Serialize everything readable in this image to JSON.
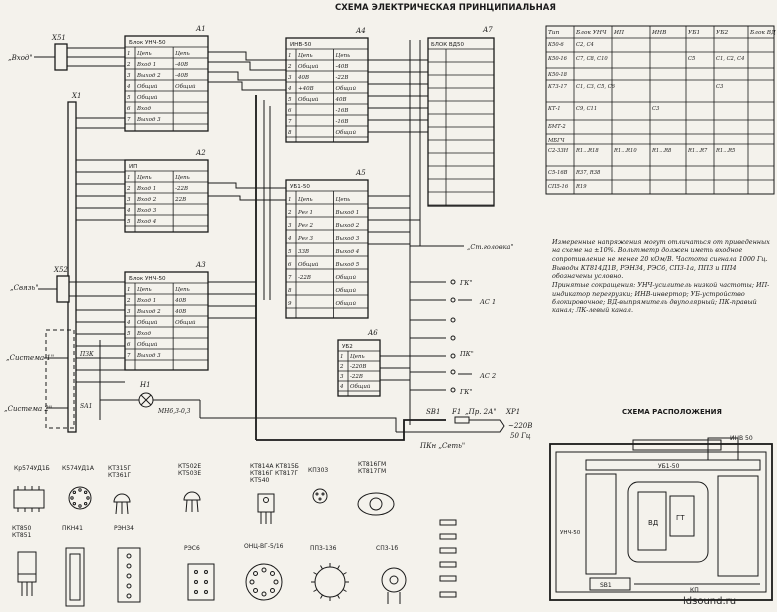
{
  "title": "СХЕМА ЭЛЕКТРИЧЕСКАЯ ПРИНЦИПИАЛЬНАЯ",
  "layout_title": "СХЕМА РАСПОЛОЖЕНИЯ",
  "watermark": "ldsound.ru",
  "connectors": [
    "X51",
    "X1",
    "X52",
    "XP1"
  ],
  "inputs": [
    {
      "id": "vhod",
      "label": "„Вход\""
    },
    {
      "id": "svyaz",
      "label": "„Связь\""
    },
    {
      "id": "sistema1",
      "label": "„Система 1\""
    },
    {
      "id": "sistema2",
      "label": "„Система 2\""
    }
  ],
  "blocks": [
    {
      "id": "A1",
      "ref": "А1",
      "name": "Блок УНЧ-50",
      "rows": [
        [
          "1",
          "Цепь",
          "Цепь"
        ],
        [
          "2",
          "Вход 1",
          "-40В"
        ],
        [
          "3",
          "Выход 2",
          "-40В"
        ],
        [
          "4",
          "Общий",
          "Общий"
        ],
        [
          "5",
          "Общий",
          ""
        ],
        [
          "6",
          "Вход",
          ""
        ],
        [
          "7",
          "Выход 3",
          ""
        ]
      ]
    },
    {
      "id": "A2",
      "ref": "А2",
      "name": "ИП",
      "rows": [
        [
          "1",
          "Цепь",
          "Цепь"
        ],
        [
          "2",
          "Вход 1",
          "-22В"
        ],
        [
          "3",
          "Вход 2",
          "22В"
        ],
        [
          "4",
          "Вход 3",
          ""
        ],
        [
          "5",
          "Вход 4",
          ""
        ]
      ]
    },
    {
      "id": "A3",
      "ref": "А3",
      "name": "Блок УНЧ-50",
      "rows": [
        [
          "1",
          "Цепь",
          "Цепь"
        ],
        [
          "2",
          "Вход 1",
          "40В"
        ],
        [
          "3",
          "Выход 2",
          "40В"
        ],
        [
          "4",
          "Общий",
          "Общий"
        ],
        [
          "5",
          "Вход",
          ""
        ],
        [
          "6",
          "Общий",
          ""
        ],
        [
          "7",
          "Выход 3",
          ""
        ]
      ]
    },
    {
      "id": "A4",
      "ref": "А4",
      "name": "ИНВ-50",
      "rows": [
        [
          "1",
          "Цепь",
          "Цепь"
        ],
        [
          "2",
          "Общий",
          "-40В"
        ],
        [
          "3",
          "40В",
          "-22В"
        ],
        [
          "4",
          "+40В",
          "Общий"
        ],
        [
          "5",
          "Общий",
          "40В"
        ],
        [
          "6",
          "",
          "-16В"
        ],
        [
          "7",
          "",
          "-16В"
        ],
        [
          "8",
          "",
          "Общий"
        ]
      ]
    },
    {
      "id": "A5",
      "ref": "А5",
      "name": "УБ1-50",
      "rows": [
        [
          "1",
          "Цепь",
          "Цепь"
        ],
        [
          "2",
          "Рег 1",
          "Выход 1"
        ],
        [
          "3",
          "Рег 2",
          "Выход 2"
        ],
        [
          "4",
          "Рег 3",
          "Выход 3"
        ],
        [
          "5",
          "33В",
          "Выход 4"
        ],
        [
          "6",
          "Общий",
          "Выход 5"
        ],
        [
          "7",
          "-22В",
          "Общий"
        ],
        [
          "8",
          "",
          "Общий"
        ],
        [
          "9",
          "",
          "Общий"
        ]
      ]
    },
    {
      "id": "A6",
      "ref": "А6",
      "name": "УБ2",
      "rows": [
        [
          "1",
          "Цепь",
          ""
        ],
        [
          "2",
          "-220В",
          ""
        ],
        [
          "3",
          "-22В",
          ""
        ],
        [
          "4",
          "Общий",
          ""
        ]
      ]
    }
  ],
  "blocks_ref_a7": "А7",
  "blocks_a7_name": "БЛОК ВД50",
  "outputs": [
    {
      "id": "out1",
      "label": "„Ст.головка\""
    },
    {
      "id": "out2",
      "label": "ГК\""
    },
    {
      "id": "out3",
      "label": "АС 1"
    },
    {
      "id": "out4",
      "label": "ПК\""
    },
    {
      "id": "out5",
      "label": "АС 2"
    },
    {
      "id": "out6",
      "label": "ГК\""
    }
  ],
  "power": {
    "switch": "SB1",
    "fuse": "F1",
    "fuse_label": "„Пр. 2А\"",
    "plug": "XP1",
    "voltage": "~220В",
    "freq": "50 Гц",
    "set": "ПКн „Сеть\"",
    "lamp": "Н1",
    "lamp_type": "МН6,3-0,3"
  },
  "table": {
    "headers": [
      "Тип",
      "Блок УНЧ",
      "ИП",
      "ИНВ",
      "УБ1",
      "УБ2",
      "Блок ВД"
    ],
    "rows": [
      [
        "К50-6",
        "С2, С4",
        "",
        "",
        "",
        "",
        ""
      ],
      [
        "К50-16",
        "С7, С8, С10",
        "",
        "",
        "С5",
        "С1, С2, С4",
        ""
      ],
      [
        "К50-18",
        "",
        "",
        "",
        "",
        "",
        ""
      ],
      [
        "К73-17",
        "С1, С3, С5, С6",
        "",
        "",
        "",
        "С3",
        ""
      ],
      [
        "КТ-1",
        "С9, С11",
        "",
        "С3",
        "",
        "",
        ""
      ],
      [
        "БМТ-2",
        "",
        "",
        "",
        "",
        "",
        ""
      ],
      [
        "МБГЧ",
        "",
        "",
        "",
        "",
        "",
        ""
      ],
      [
        "С2-33Н",
        "R1...R18",
        "R1...R10",
        "R1...R8",
        "R1...R7",
        "R1...R5",
        ""
      ],
      [
        "С5-16В",
        "R37, R38",
        "",
        "",
        "",
        "",
        ""
      ],
      [
        "СП5-16",
        "R19",
        "",
        "",
        "",
        "",
        ""
      ]
    ]
  },
  "notes": [
    "Измеренные напряжения могут отличаться от приведенных на схеме на ±10%. Вольтметр должен иметь входное сопротивление не менее 20 кОм/В. Частота сигнала 1000 Гц.",
    "Выводы КТ814Д1В, РЭН34, РЭС6, СП3-1а, ПП3 и ПП4 обозначены условно.",
    "Принятые сокращения: УНЧ-усилитель низкой частоты; ИП-индикатор перегрузки; ИНВ-инвертор; УБ-устройство блокировочное; ВД-выпрямитель двуполярный; ПК-правый канал; ЛК-левый канал."
  ],
  "layout_parts": [
    "ИНВ 50",
    "УБ1-50",
    "УНЧ-50",
    "ВД",
    "ГТ",
    "SB1",
    "КП"
  ],
  "components": [
    {
      "id": "c1",
      "label": "Кр574УД1Б"
    },
    {
      "id": "c2",
      "label": "К574УД1А"
    },
    {
      "id": "c3",
      "label": "КТ315Г КТ361Г"
    },
    {
      "id": "c4",
      "label": "КТ502Е КТ503Е"
    },
    {
      "id": "c5",
      "label": "КТ814А КТ815Б КТ816Г КТ817Г КТ540"
    },
    {
      "id": "c6",
      "label": "КП303"
    },
    {
      "id": "c7",
      "label": "КТ816ГМ КТ817ГМ"
    },
    {
      "id": "c8",
      "label": "КТ850 КТ851"
    },
    {
      "id": "c9",
      "label": "ПКН41"
    },
    {
      "id": "c10",
      "label": "РЭН34"
    },
    {
      "id": "c11",
      "label": "РЭС6"
    },
    {
      "id": "c12",
      "label": "ОНЦ-ВГ-5/16"
    },
    {
      "id": "c13",
      "label": "ПП3-136"
    },
    {
      "id": "c14",
      "label": "СП3-1б"
    }
  ]
}
